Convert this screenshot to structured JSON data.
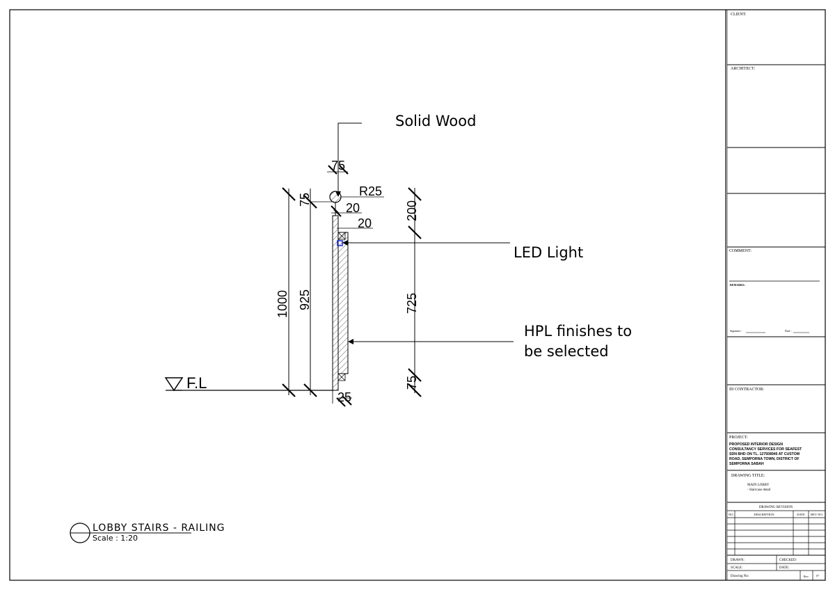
{
  "drawing": {
    "callouts": {
      "solid_wood": "Solid Wood",
      "led_light": "LED Light",
      "hpl_line1": "HPL finishes to",
      "hpl_line2": "be selected"
    },
    "dimensions": {
      "top_75": "75",
      "r25": "R25",
      "d20_a": "20",
      "d20_b": "20",
      "left_1000": "1000",
      "left_925": "925",
      "left_75": "75",
      "right_200": "200",
      "right_725": "725",
      "right_75": "75",
      "bottom_25": "25"
    },
    "floor_level": "F.L",
    "view_title": "LOBBY STAIRS - RAILING",
    "view_scale": "Scale : 1:20"
  },
  "title_block": {
    "client_label": "CLIENT:",
    "architect_label": "ARCHITECT:",
    "comment_label": "COMMENT:",
    "remarks_label": "REMARKS:",
    "signature_label": "Signature :",
    "date_label": "Date :",
    "id_contractor_label": "ID CONTRACTOR:",
    "project_label": "PROJECT:",
    "project_lines": [
      "PROPOSED INTERIOR DESIGN",
      "CONSULTANCY SERVICES FOR SEAFEST",
      "SDN BHD ON TL. 127508945 AT CUSTOM",
      "ROAD, SEMPORNA TOWN, DISTRICT OF",
      "SEMPORNA SABAH"
    ],
    "drawing_title_label": "DRAWING TITLE:",
    "drawing_title_main": "MAIN LOBBY",
    "drawing_title_sub": "-      Staircase detail",
    "revision_header": "DRAWING REVISION",
    "rev_cols": {
      "no": "NO.",
      "description": "DESCRIPTION",
      "date": "DATE",
      "rev_no": "REV NO."
    },
    "drawn_label": "DRAWN:",
    "checked_label": "CHECKED:",
    "scale_label": "SCALE:",
    "date2_label": "DATE:",
    "drawing_no_label": "Drawing No:",
    "rev_label": "Rev:",
    "rev_value": "07"
  }
}
